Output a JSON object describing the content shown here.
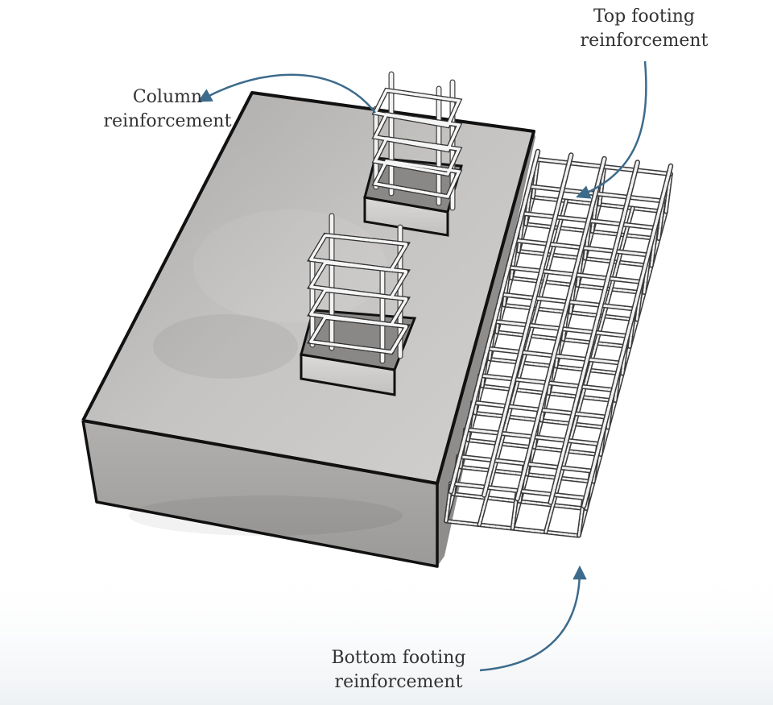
{
  "labels": {
    "column": {
      "line1": "Column",
      "line2": "reinforcement"
    },
    "top_footing": {
      "line1": "Top footing",
      "line2": "reinforcement"
    },
    "bottom_footing": {
      "line1": "Bottom footing",
      "line2": "reinforcement"
    }
  },
  "colors": {
    "arrow": "#3d6b8c",
    "concrete_top": "#bfbdbb",
    "concrete_front": "#a9a7a5",
    "outline": "#111111",
    "rebar": "#f2f2f2"
  }
}
